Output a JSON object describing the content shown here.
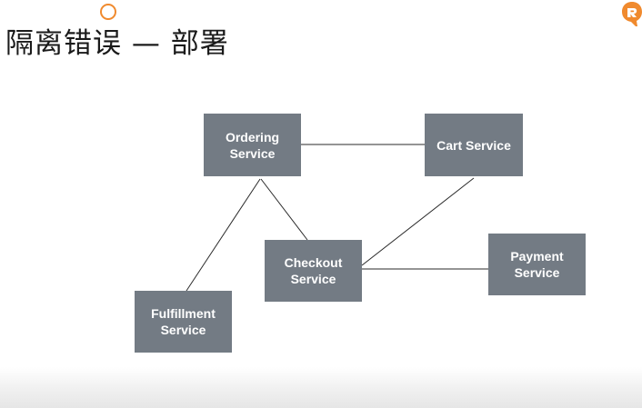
{
  "slide": {
    "title": "隔离错误 — 部署"
  },
  "brand": {
    "logo_icon": "orange-brand-logo-icon",
    "accent_color": "#f08a2e"
  },
  "colors": {
    "box_fill": "#737b84",
    "box_text": "#ffffff",
    "connector": "#2a2a2a"
  },
  "diagram": {
    "services": {
      "ordering": {
        "line1": "Ordering",
        "line2": "Service"
      },
      "cart": {
        "line1": "Cart Service"
      },
      "checkout": {
        "line1": "Checkout",
        "line2": "Service"
      },
      "payment": {
        "line1": "Payment",
        "line2": "Service"
      },
      "fulfillment": {
        "line1": "Fulfillment",
        "line2": "Service"
      }
    },
    "connections": [
      {
        "from": "ordering",
        "to": "cart"
      },
      {
        "from": "ordering",
        "to": "checkout"
      },
      {
        "from": "ordering",
        "to": "fulfillment"
      },
      {
        "from": "cart",
        "to": "checkout"
      },
      {
        "from": "checkout",
        "to": "payment"
      }
    ]
  }
}
